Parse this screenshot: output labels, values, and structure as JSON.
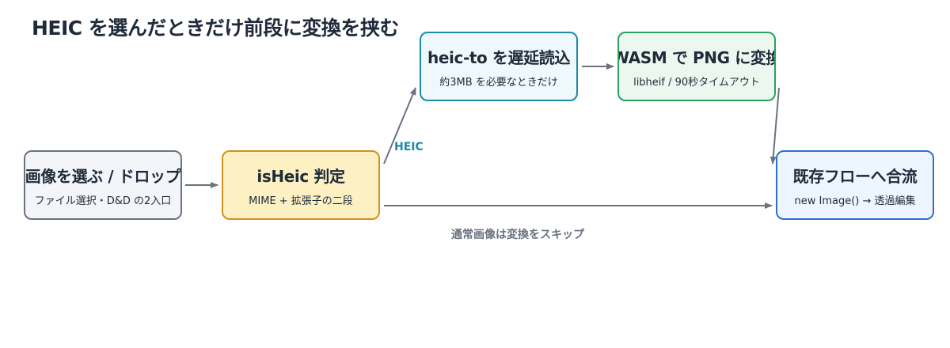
{
  "title": "HEIC を選んだときだけ前段に変換を挟む",
  "nodes": {
    "select": {
      "main": "画像を選ぶ / ドロップ",
      "sub": "ファイル選択・D&D の2入口"
    },
    "judge": {
      "main": "isHeic 判定",
      "sub": "MIME + 拡張子の二段"
    },
    "load": {
      "main": "heic-to を遅延読込",
      "sub": "約3MB を必要なときだけ"
    },
    "wasm": {
      "main": "WASM で PNG に変換",
      "sub": "libheif / 90秒タイムアウト"
    },
    "merge": {
      "main": "既存フローへ合流",
      "sub": "new Image() → 透過編集"
    }
  },
  "edges": {
    "heic_label": "HEIC",
    "skip_label": "通常画像は変換をスキップ"
  },
  "colors": {
    "edge": "#6b7280",
    "heic_label": "#1b8aa6"
  }
}
